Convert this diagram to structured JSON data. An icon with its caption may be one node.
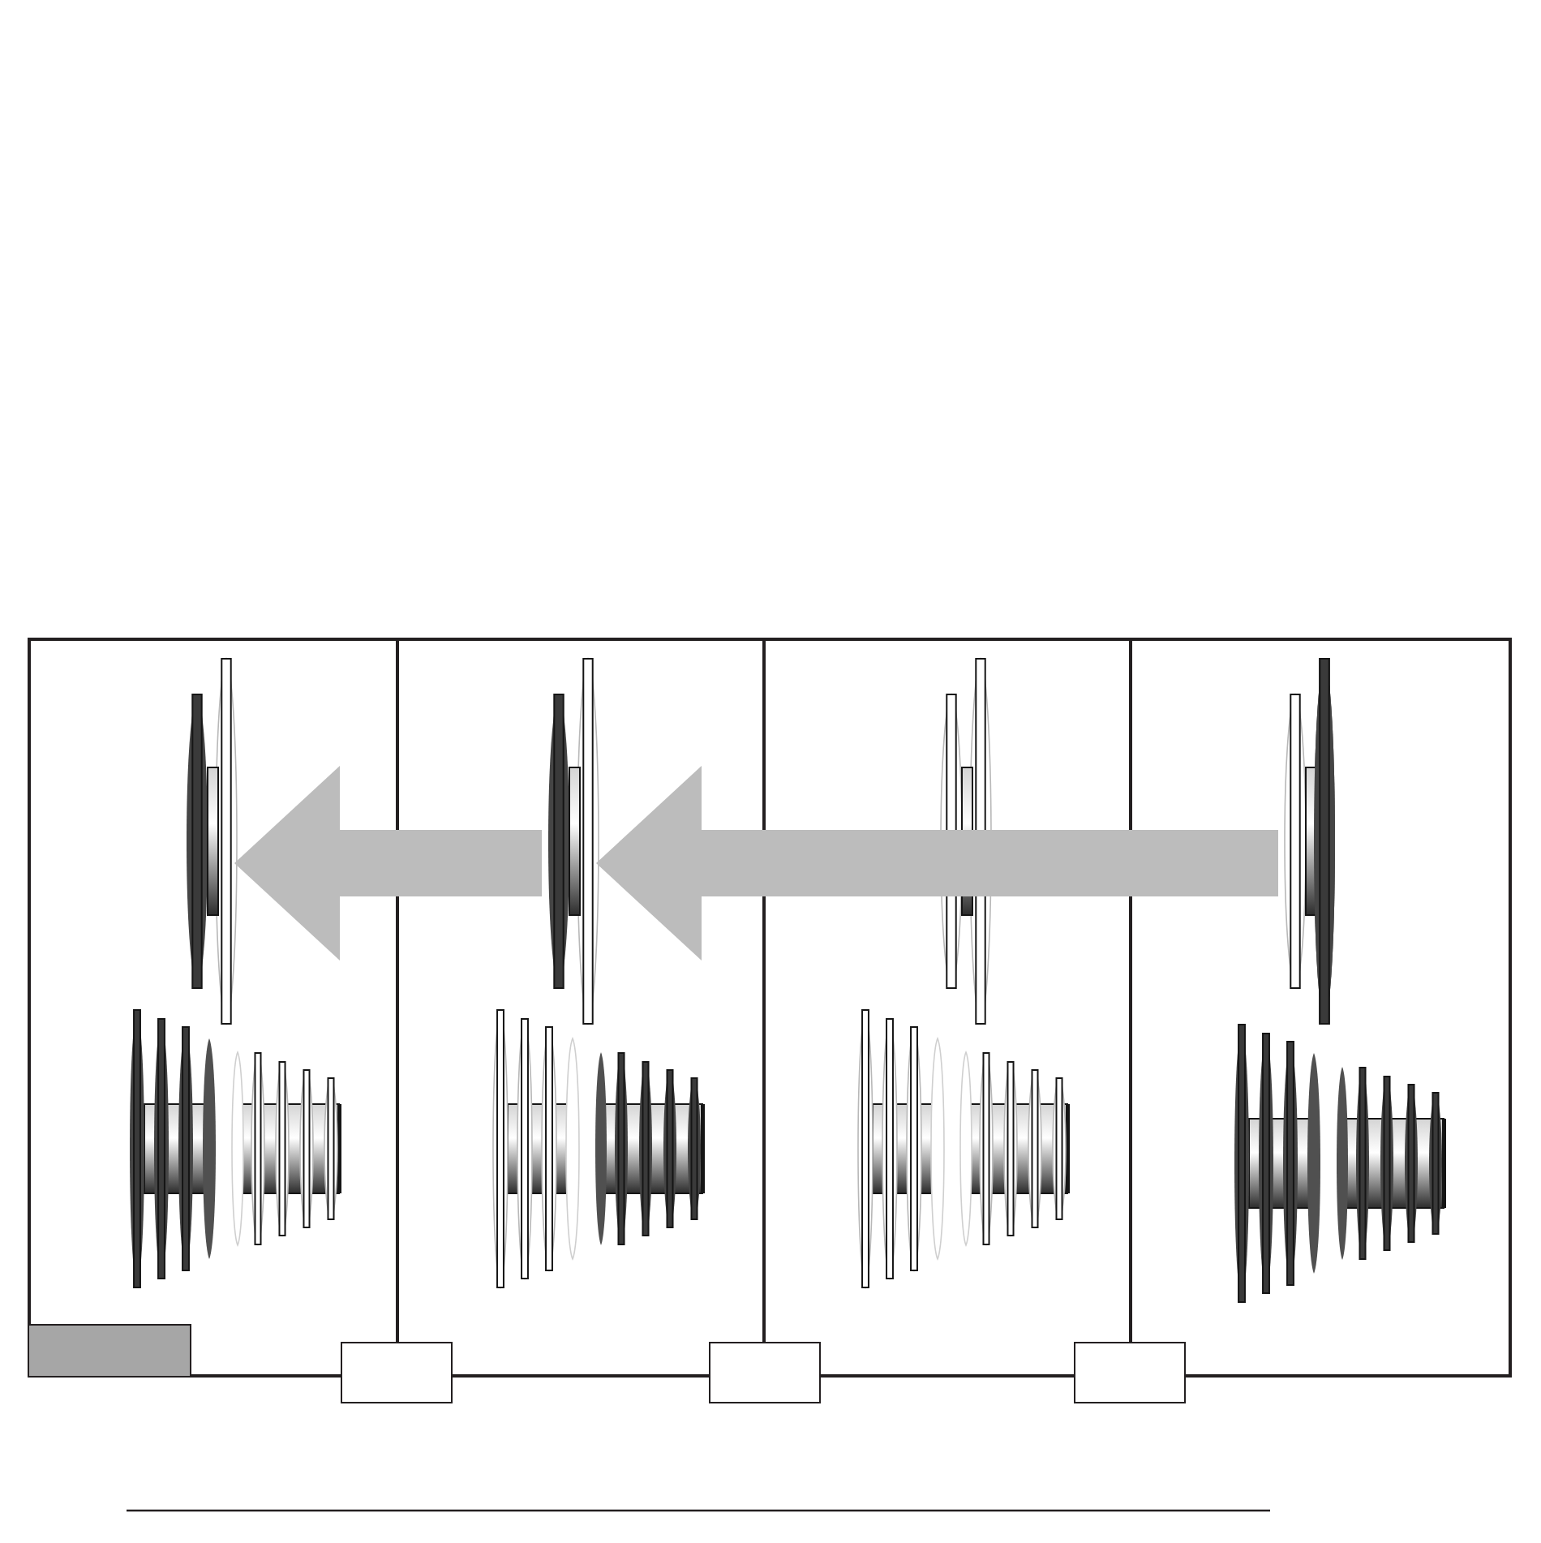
{
  "diagram": {
    "nodes": [
      {
        "text": [],
        "shape": "box"
      },
      {
        "text": [],
        "shape": "picture",
        "in": 0
      },
      {
        "text": [],
        "shape": "picture",
        "in": 0
      },
      {
        "text": [],
        "shape": "picture",
        "in": 0
      },
      {
        "text": [],
        "shape": "box",
        "in": 0
      },
      {
        "text": [],
        "shape": "box"
      },
      {
        "text": [],
        "shape": "box"
      },
      {
        "text": [],
        "shape": "box"
      }
    ],
    "edges": [
      {
        "from": 2,
        "to": 1,
        "arrow": "to",
        "color": "#bcbcbc"
      },
      {
        "from": 3,
        "to": 2,
        "arrow": "to",
        "color": "#bcbcbc"
      }
    ]
  }
}
